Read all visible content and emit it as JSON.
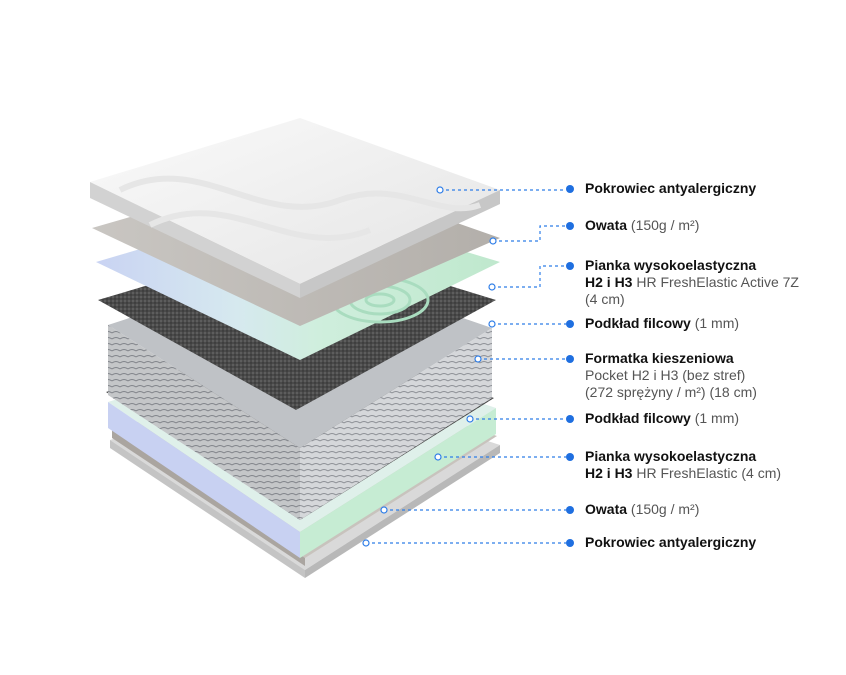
{
  "colors": {
    "accent": "#1f6fe0",
    "leader": "#2f7ee8"
  },
  "layers": [
    {
      "id": "cover-top",
      "title": "Pokrowiec antyalergiczny",
      "detail": ""
    },
    {
      "id": "wadding-top",
      "title": "Owata",
      "detail": "(150g / m²)"
    },
    {
      "id": "foam-top",
      "title": "Pianka wysokoelastyczna",
      "line2_bold": "H2 i H3",
      "line2_light": "HR FreshElastic Active 7Z",
      "line3": "(4 cm)"
    },
    {
      "id": "felt-top",
      "title": "Podkład filcowy",
      "detail": "(1 mm)"
    },
    {
      "id": "pocket",
      "title": "Formatka kieszeniowa",
      "line2": "Pocket H2 i H3 (bez stref)",
      "line3": "(272 sprężyny / m²) (18 cm)"
    },
    {
      "id": "felt-bottom",
      "title": "Podkład filcowy",
      "detail": "(1 mm)"
    },
    {
      "id": "foam-bottom",
      "title": "Pianka wysokoelastyczna",
      "line2_bold": "H2 i H3",
      "line2_light": "HR FreshElastic (4 cm)"
    },
    {
      "id": "wadding-bottom",
      "title": "Owata",
      "detail": "(150g / m²)"
    },
    {
      "id": "cover-bottom",
      "title": "Pokrowiec antyalergiczny",
      "detail": ""
    }
  ]
}
